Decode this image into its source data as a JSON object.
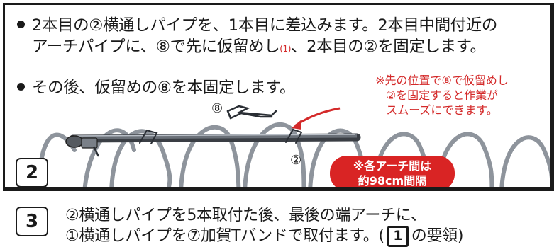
{
  "step2": {
    "number": "2",
    "bullet1_line1": "2本目の②横通しパイプを、1本目に差込みます。2本目中間付近の",
    "bullet1_line2_a": "アーチパイプに、⑧で先に仮留めし",
    "bullet1_line2_ref": "(1)",
    "bullet1_line2_b": "、2本目の②を固定します。",
    "bullet2": "その後、仮留めの⑧を本固定します。",
    "note_line1": "※先の位置で⑧で仮留めし",
    "note_line2": "②を固定すると作業が",
    "note_line3": "スムーズにできます。",
    "clip_label": "⑧",
    "pipe_label": "②",
    "badge_line1": "※各アーチ間は",
    "badge_line2": "約98cm間隔"
  },
  "step3": {
    "number": "3",
    "line1": "②横通しパイプを5本取付た後、最後の端アーチに、",
    "line2_a": "①横通しパイプを⑦加賀Tバンドで取付ます。(",
    "line2_ref": "1",
    "line2_b": "の要領)"
  },
  "colors": {
    "accent_red": "#d92424",
    "pipe_gray": "#8e949c",
    "text": "#1a1a1a"
  }
}
